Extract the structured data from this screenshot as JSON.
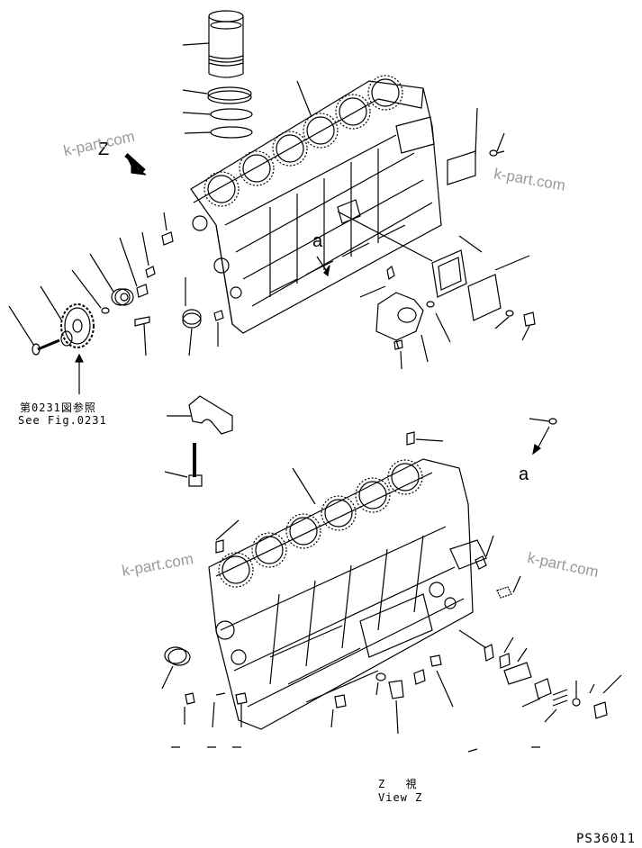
{
  "labels": {
    "view_letter_top": "Z",
    "callout_a_upper": "a",
    "callout_a_lower": "a",
    "see_fig_jp": "第0231図参照",
    "see_fig_en": "See Fig.0231",
    "view_z_jp": "Z 視",
    "view_z_en": "View Z",
    "drawing_number": "PS36011"
  },
  "watermarks": [
    "k-part.com",
    "k-part.com",
    "k-part.com",
    "k-part.com"
  ]
}
